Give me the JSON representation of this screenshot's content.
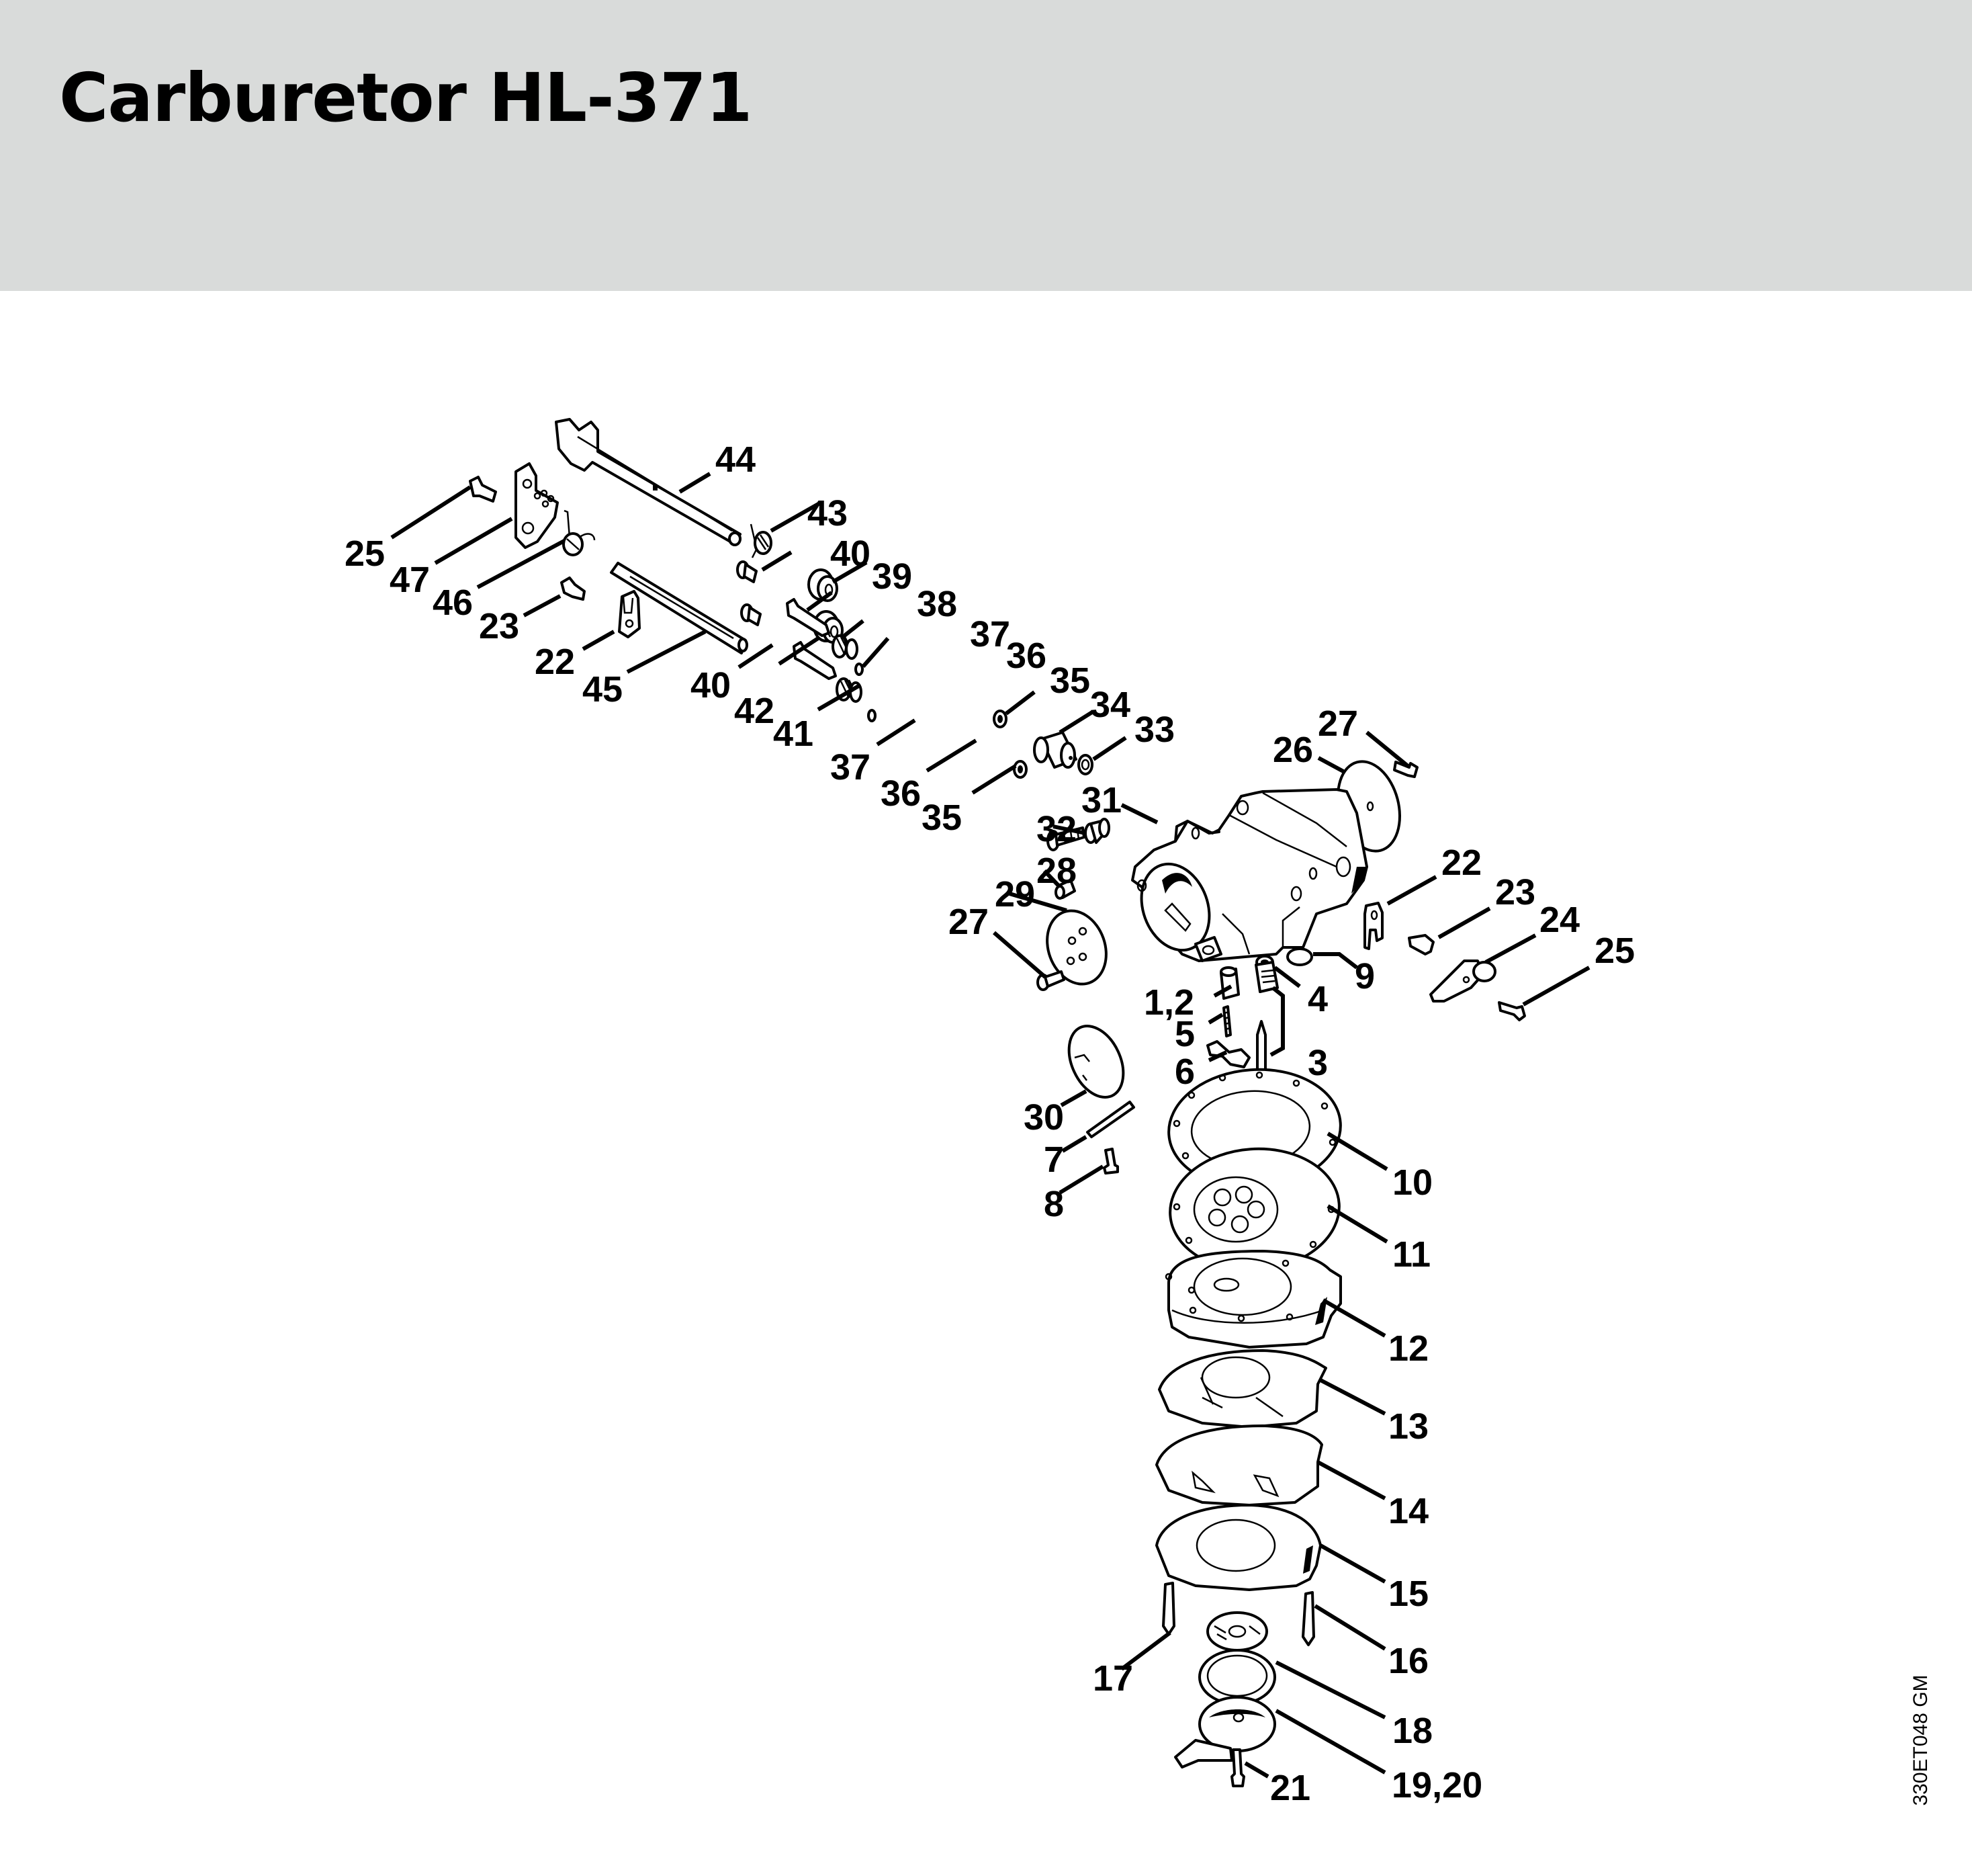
{
  "header": {
    "title": "Carburetor HL-371",
    "background_color": "#d9dbda"
  },
  "diagram": {
    "drawing_code": "330ET048 GM",
    "callouts": [
      {
        "id": "c44",
        "label": "44"
      },
      {
        "id": "c43",
        "label": "43"
      },
      {
        "id": "c40a",
        "label": "40"
      },
      {
        "id": "c39",
        "label": "39"
      },
      {
        "id": "c38",
        "label": "38"
      },
      {
        "id": "c37a",
        "label": "37"
      },
      {
        "id": "c36a",
        "label": "36"
      },
      {
        "id": "c35a",
        "label": "35"
      },
      {
        "id": "c34",
        "label": "34"
      },
      {
        "id": "c33",
        "label": "33"
      },
      {
        "id": "c25a",
        "label": "25"
      },
      {
        "id": "c47",
        "label": "47"
      },
      {
        "id": "c46",
        "label": "46"
      },
      {
        "id": "c23a",
        "label": "23"
      },
      {
        "id": "c22a",
        "label": "22"
      },
      {
        "id": "c45",
        "label": "45"
      },
      {
        "id": "c40b",
        "label": "40"
      },
      {
        "id": "c42",
        "label": "42"
      },
      {
        "id": "c41",
        "label": "41"
      },
      {
        "id": "c37b",
        "label": "37"
      },
      {
        "id": "c36b",
        "label": "36"
      },
      {
        "id": "c35b",
        "label": "35"
      },
      {
        "id": "c27a",
        "label": "27"
      },
      {
        "id": "c26",
        "label": "26"
      },
      {
        "id": "c31",
        "label": "31"
      },
      {
        "id": "c32",
        "label": "32"
      },
      {
        "id": "c28",
        "label": "28"
      },
      {
        "id": "c29",
        "label": "29"
      },
      {
        "id": "c27b",
        "label": "27"
      },
      {
        "id": "c22b",
        "label": "22"
      },
      {
        "id": "c23b",
        "label": "23"
      },
      {
        "id": "c24",
        "label": "24"
      },
      {
        "id": "c25b",
        "label": "25"
      },
      {
        "id": "c9",
        "label": "9"
      },
      {
        "id": "c4",
        "label": "4"
      },
      {
        "id": "c12a",
        "label": "1,2"
      },
      {
        "id": "c5",
        "label": "5"
      },
      {
        "id": "c6",
        "label": "6"
      },
      {
        "id": "c3",
        "label": "3"
      },
      {
        "id": "c30",
        "label": "30"
      },
      {
        "id": "c7",
        "label": "7"
      },
      {
        "id": "c8",
        "label": "8"
      },
      {
        "id": "c10",
        "label": "10"
      },
      {
        "id": "c11",
        "label": "11"
      },
      {
        "id": "c12",
        "label": "12"
      },
      {
        "id": "c13",
        "label": "13"
      },
      {
        "id": "c14",
        "label": "14"
      },
      {
        "id": "c15",
        "label": "15"
      },
      {
        "id": "c16",
        "label": "16"
      },
      {
        "id": "c17",
        "label": "17"
      },
      {
        "id": "c18",
        "label": "18"
      },
      {
        "id": "c1920",
        "label": "19,20"
      },
      {
        "id": "c21",
        "label": "21"
      }
    ]
  }
}
